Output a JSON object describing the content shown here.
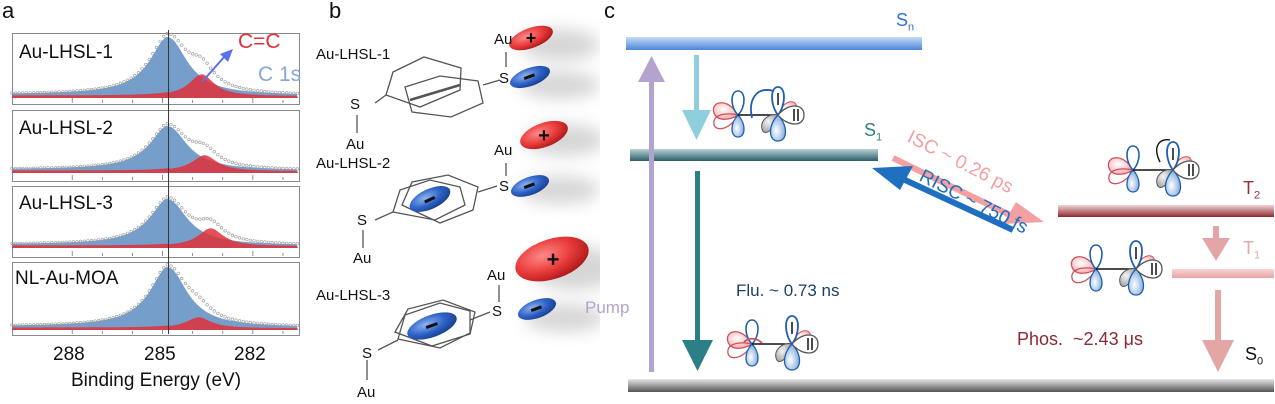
{
  "panel_a": {
    "letter": "a",
    "samples": [
      "Au-LHSL-1",
      "Au-LHSL-2",
      "Au-LHSL-3",
      "NL-Au-MOA"
    ],
    "annotation_cc": "C=C",
    "annotation_c1s": "C 1s",
    "xlabel": "Binding Energy (eV)",
    "xticks": [
      "288",
      "285",
      "282"
    ],
    "colors": {
      "c1s": "#6f99c8",
      "cc": "#e0303a",
      "data_points": "#999999",
      "arrow": "#5a6ff0"
    }
  },
  "panel_b": {
    "letter": "b",
    "molecules": [
      {
        "label": "Au-LHSL-1",
        "top_atoms": [
          "Au",
          "S"
        ],
        "bottom_atoms": [
          "S",
          "Au"
        ]
      },
      {
        "label": "Au-LHSL-2",
        "top_atoms": [
          "Au",
          "S"
        ],
        "bottom_atoms": [
          "S",
          "Au"
        ]
      },
      {
        "label": "Au-LHSL-3",
        "top_atoms": [
          "Au",
          "S"
        ],
        "bottom_atoms": [
          "S",
          "Au"
        ]
      }
    ],
    "plus_sign": "+",
    "minus_sign": "-"
  },
  "panel_c": {
    "letter": "c",
    "levels": {
      "Sn": {
        "label": "S",
        "sub": "n",
        "color": "#2e6fd0"
      },
      "S1": {
        "label": "S",
        "sub": "1",
        "color": "#2f7f86"
      },
      "S0": {
        "label": "S",
        "sub": "0",
        "color": "#111111"
      },
      "T2": {
        "label": "T",
        "sub": "2",
        "color": "#9a2f36"
      },
      "T1": {
        "label": "T",
        "sub": "1",
        "color": "#e8a6a6"
      }
    },
    "pump_label": "Pump",
    "fluorescence_label": "Flu. ~ 0.73 ns",
    "isc_label": "ISC ~ 0.26 ps",
    "risc_label": "RISC ~ 750 fs",
    "phosphorescence_label": "Phos.  ~2.43 μs",
    "colors": {
      "pump": "#b4a3cf",
      "ic": "#8fcfdd",
      "flu": "#2b7f86",
      "isc": "#f4a0a3",
      "risc": "#1f6fc0",
      "phos": "#e4a5a5"
    }
  }
}
